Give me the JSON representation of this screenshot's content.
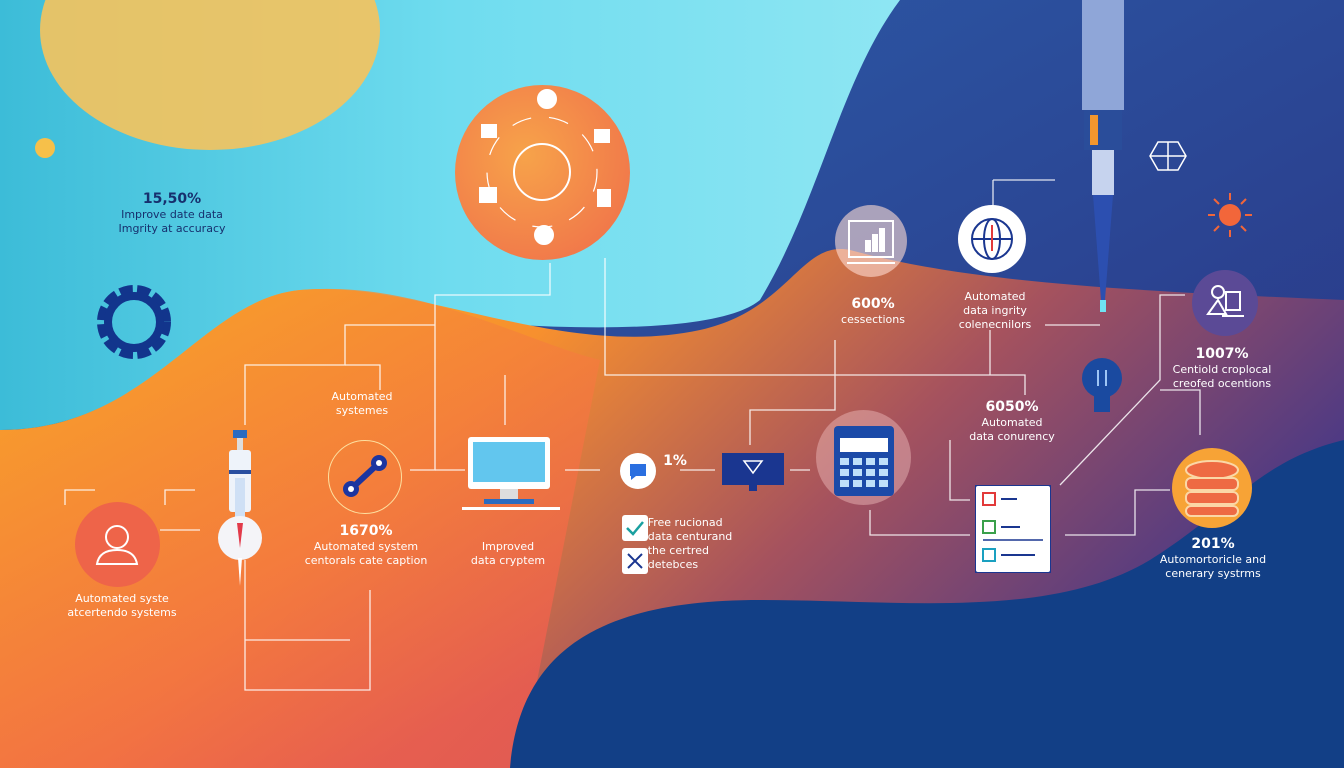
{
  "colors": {
    "cyan": "#5fd3ea",
    "orange": "#f7a12a",
    "navy": "#123f86",
    "purple": "#4a3a86",
    "red": "#ef6a4f"
  },
  "labels": {
    "top_left": {
      "pct": "15,50%",
      "line1": "Improve date data",
      "line2": "Imgrity at accuracy"
    },
    "automated_systems": {
      "line1": "Automated",
      "line2": "systemes"
    },
    "link_stat": {
      "pct": "1670%",
      "line1": "Automated system",
      "line2": "centorals cate caption"
    },
    "person": {
      "line1": "Automated syste",
      "line2": "atcertendo systems"
    },
    "computer": {
      "line1": "Improved",
      "line2": "data cryptem"
    },
    "chat_stat": {
      "pct": "1%"
    },
    "checklist": {
      "line1": "Free rucionad",
      "line2": "data centurand",
      "line3": "the certred",
      "line4": "detebces"
    },
    "chart_stat": {
      "pct": "600%",
      "line1": "cessections"
    },
    "globe_stat": {
      "line1": "Automated",
      "line2": "data ingrity",
      "line3": "colenecnilors"
    },
    "consistency": {
      "pct": "6050%",
      "line1": "Automated",
      "line2": "data conurency"
    },
    "centrol": {
      "pct": "1007%",
      "line1": "Centiold croplocal",
      "line2": "creofed ocentions"
    },
    "database": {
      "pct": "201%",
      "line1": "Automortoricle and",
      "line2": "cenerary systrms"
    }
  },
  "icons": [
    "gear-icon",
    "syringe-icon",
    "link-icon",
    "person-icon",
    "computer-icon",
    "chat-icon",
    "monitor-icon",
    "calculator-icon",
    "checklist-icon",
    "database-icon",
    "bar-chart-icon",
    "globe-icon",
    "lock-icon",
    "network-icon",
    "sun-icon",
    "user-desk-icon",
    "pipette-icon",
    "hub-icon"
  ]
}
